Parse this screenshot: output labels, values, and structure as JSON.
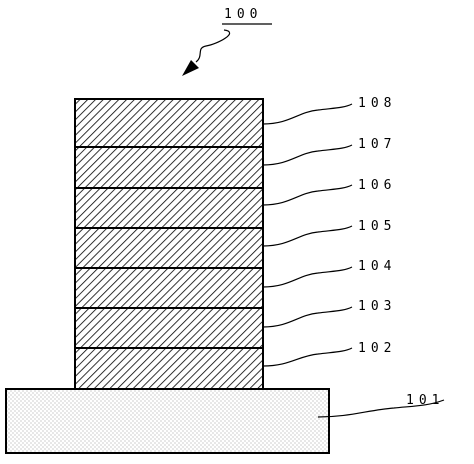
{
  "diagram": {
    "assembly_label": "100",
    "substrate": {
      "label": "101"
    },
    "layers": [
      {
        "label": "102"
      },
      {
        "label": "103"
      },
      {
        "label": "104"
      },
      {
        "label": "105"
      },
      {
        "label": "106"
      },
      {
        "label": "107"
      },
      {
        "label": "108"
      }
    ],
    "colors": {
      "line": "#000000",
      "background": "#ffffff",
      "stipple": "#8c8c8c"
    }
  }
}
